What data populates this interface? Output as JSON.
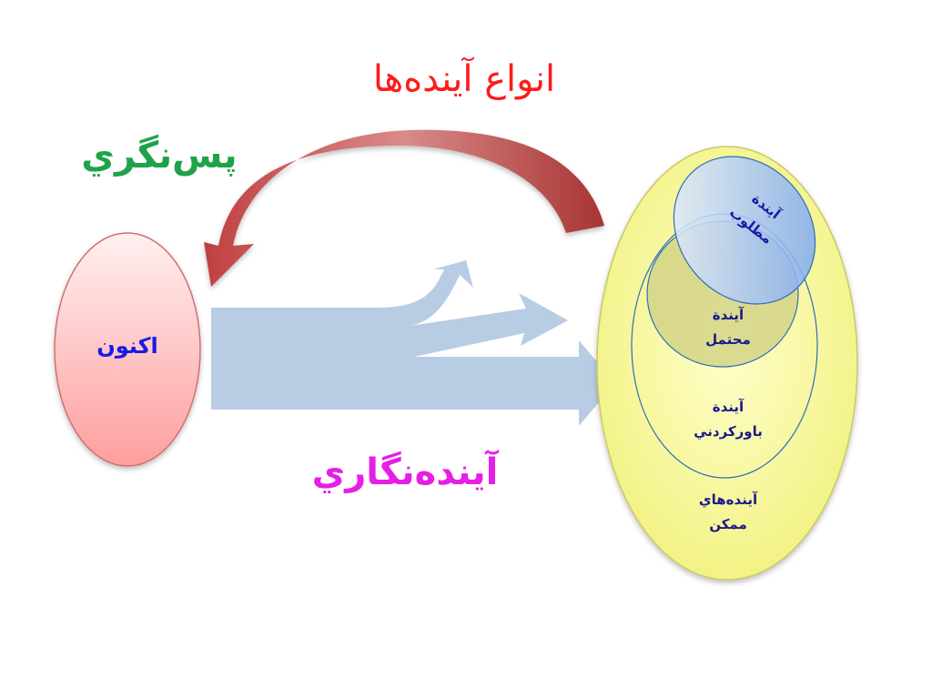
{
  "title": "انواع آینده‌ها",
  "labels": {
    "backcasting": "پس‌نگري",
    "forecasting": "آینده‌نگاري",
    "present": "اکنون"
  },
  "futures": {
    "preferable": {
      "line1": "آیندة",
      "line2": "مطلوب"
    },
    "probable": {
      "line1": "آیندة",
      "line2": "محتمل"
    },
    "plausible": {
      "line1": "آیندة",
      "line2": "باورکردني"
    },
    "possible": {
      "line1": "آینده‌هاي",
      "line2": "ممکن"
    }
  },
  "colors": {
    "title": "#ff1a1a",
    "backcasting": "#1fa24a",
    "forecasting": "#e61ee6",
    "present_fill": "#ffb3b3",
    "possible_fill": "#f7f7a8",
    "preferable_fill": "#8fb4f2",
    "arrow_forward": "#b8cce4",
    "arrow_back": "#b94848"
  }
}
